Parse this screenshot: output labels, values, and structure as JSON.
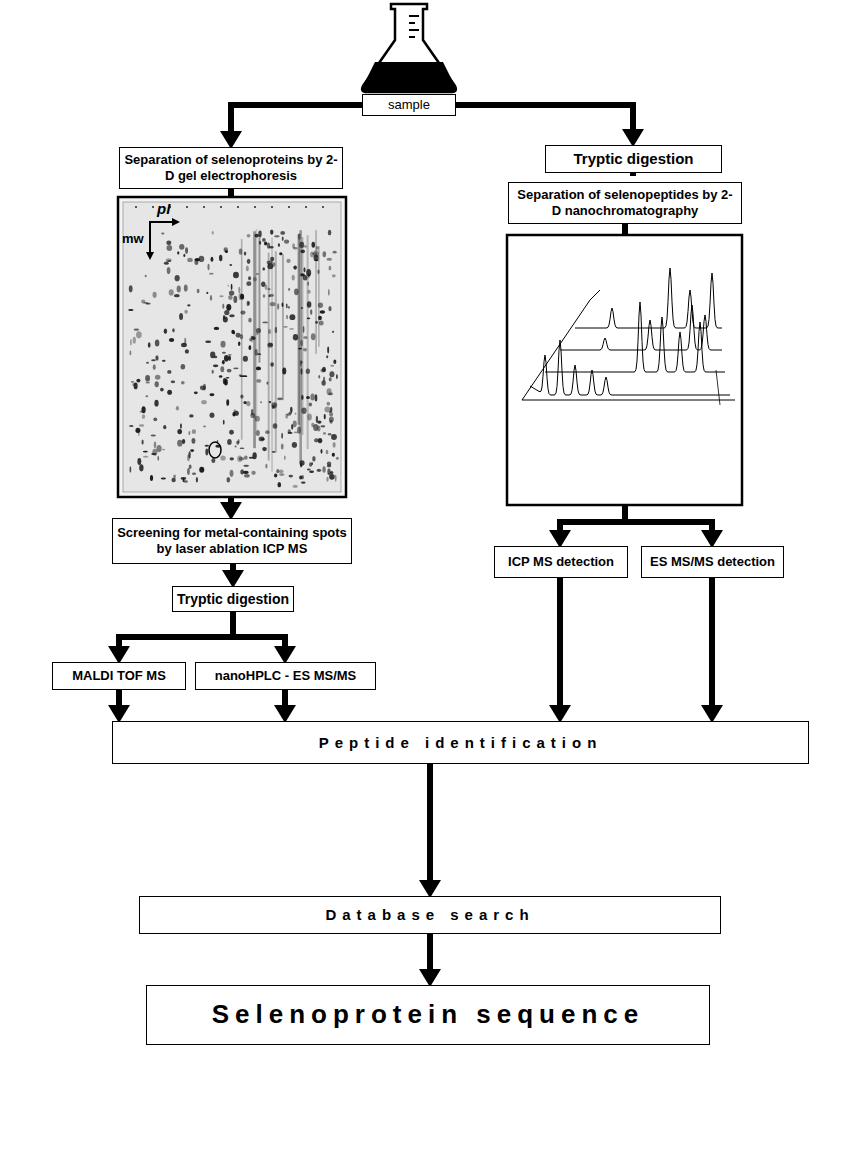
{
  "diagram": {
    "nodes": [
      {
        "text": [
          "sample"
        ]
      },
      {
        "text": [
          "Separation of selenoproteins by 2-D gel electrophoresis"
        ]
      },
      {
        "text": [
          "Tryptic digestion"
        ]
      },
      {
        "text": [
          "Separation of selenopeptides by 2-D nanochromatography"
        ]
      },
      {
        "text": [
          "Screening for metal-containing spots by laser ablation ICP MS"
        ]
      },
      {
        "text": [
          "Tryptic digestion"
        ]
      },
      {
        "text": [
          "ICP MS detection"
        ]
      },
      {
        "text": [
          "ES MS/MS detection"
        ]
      },
      {
        "text": [
          "MALDI TOF MS"
        ]
      },
      {
        "text": [
          "nanoHPLC - ES MS/MS"
        ]
      },
      {
        "text": [
          "Peptide identification"
        ]
      },
      {
        "text": [
          "Database search"
        ]
      },
      {
        "text": [
          "Selenoprotein sequence"
        ]
      }
    ],
    "edges": [
      {
        "from": 0,
        "to": 1,
        "arrow": "to"
      },
      {
        "from": 0,
        "to": 2,
        "arrow": "to"
      },
      {
        "from": 1,
        "to": 4,
        "arrow": "to"
      },
      {
        "from": 2,
        "to": 3,
        "arrow": "to"
      },
      {
        "from": 4,
        "to": 5,
        "arrow": "to"
      },
      {
        "from": 5,
        "to": 8,
        "arrow": "to"
      },
      {
        "from": 5,
        "to": 9,
        "arrow": "to"
      },
      {
        "from": 3,
        "to": 6,
        "arrow": "to"
      },
      {
        "from": 3,
        "to": 7,
        "arrow": "to"
      },
      {
        "from": 8,
        "to": 10,
        "arrow": "to"
      },
      {
        "from": 9,
        "to": 10,
        "arrow": "to"
      },
      {
        "from": 6,
        "to": 10,
        "arrow": "to"
      },
      {
        "from": 7,
        "to": 10,
        "arrow": "to"
      },
      {
        "from": 10,
        "to": 11,
        "arrow": "to"
      },
      {
        "from": 11,
        "to": 12,
        "arrow": "to"
      }
    ],
    "labels": [
      "pI",
      "mw"
    ]
  }
}
